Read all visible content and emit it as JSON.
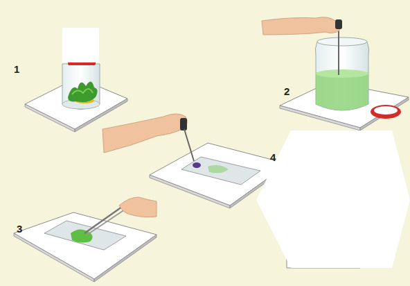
{
  "diagram": {
    "labels": [
      "1",
      "2",
      "4",
      "3"
    ]
  }
}
